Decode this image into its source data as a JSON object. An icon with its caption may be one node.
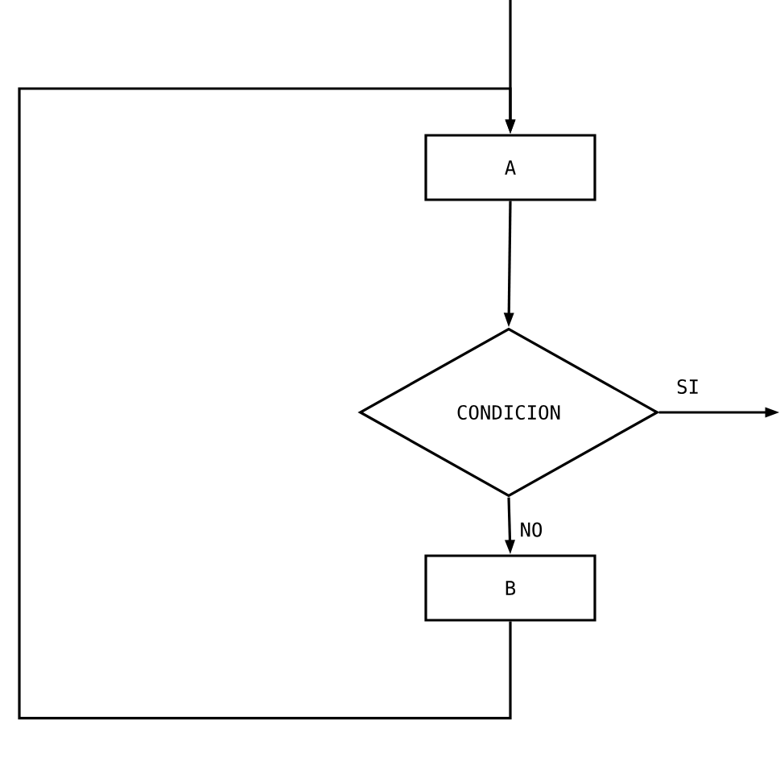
{
  "diagram": {
    "nodes": [
      {
        "text": [
          "A"
        ]
      },
      {
        "text": [
          "CONDICION"
        ]
      },
      {
        "text": [
          "B"
        ]
      }
    ],
    "edges": [
      {
        "from": null,
        "to": 0,
        "arrow": "to"
      },
      {
        "from": 0,
        "to": 1,
        "arrow": "to"
      },
      {
        "from": 1,
        "to": null,
        "arrow": "to",
        "label": "SI"
      },
      {
        "from": 1,
        "to": 2,
        "arrow": "to",
        "label": "NO"
      },
      {
        "from": 2,
        "to": 0,
        "arrow": "to"
      }
    ]
  }
}
